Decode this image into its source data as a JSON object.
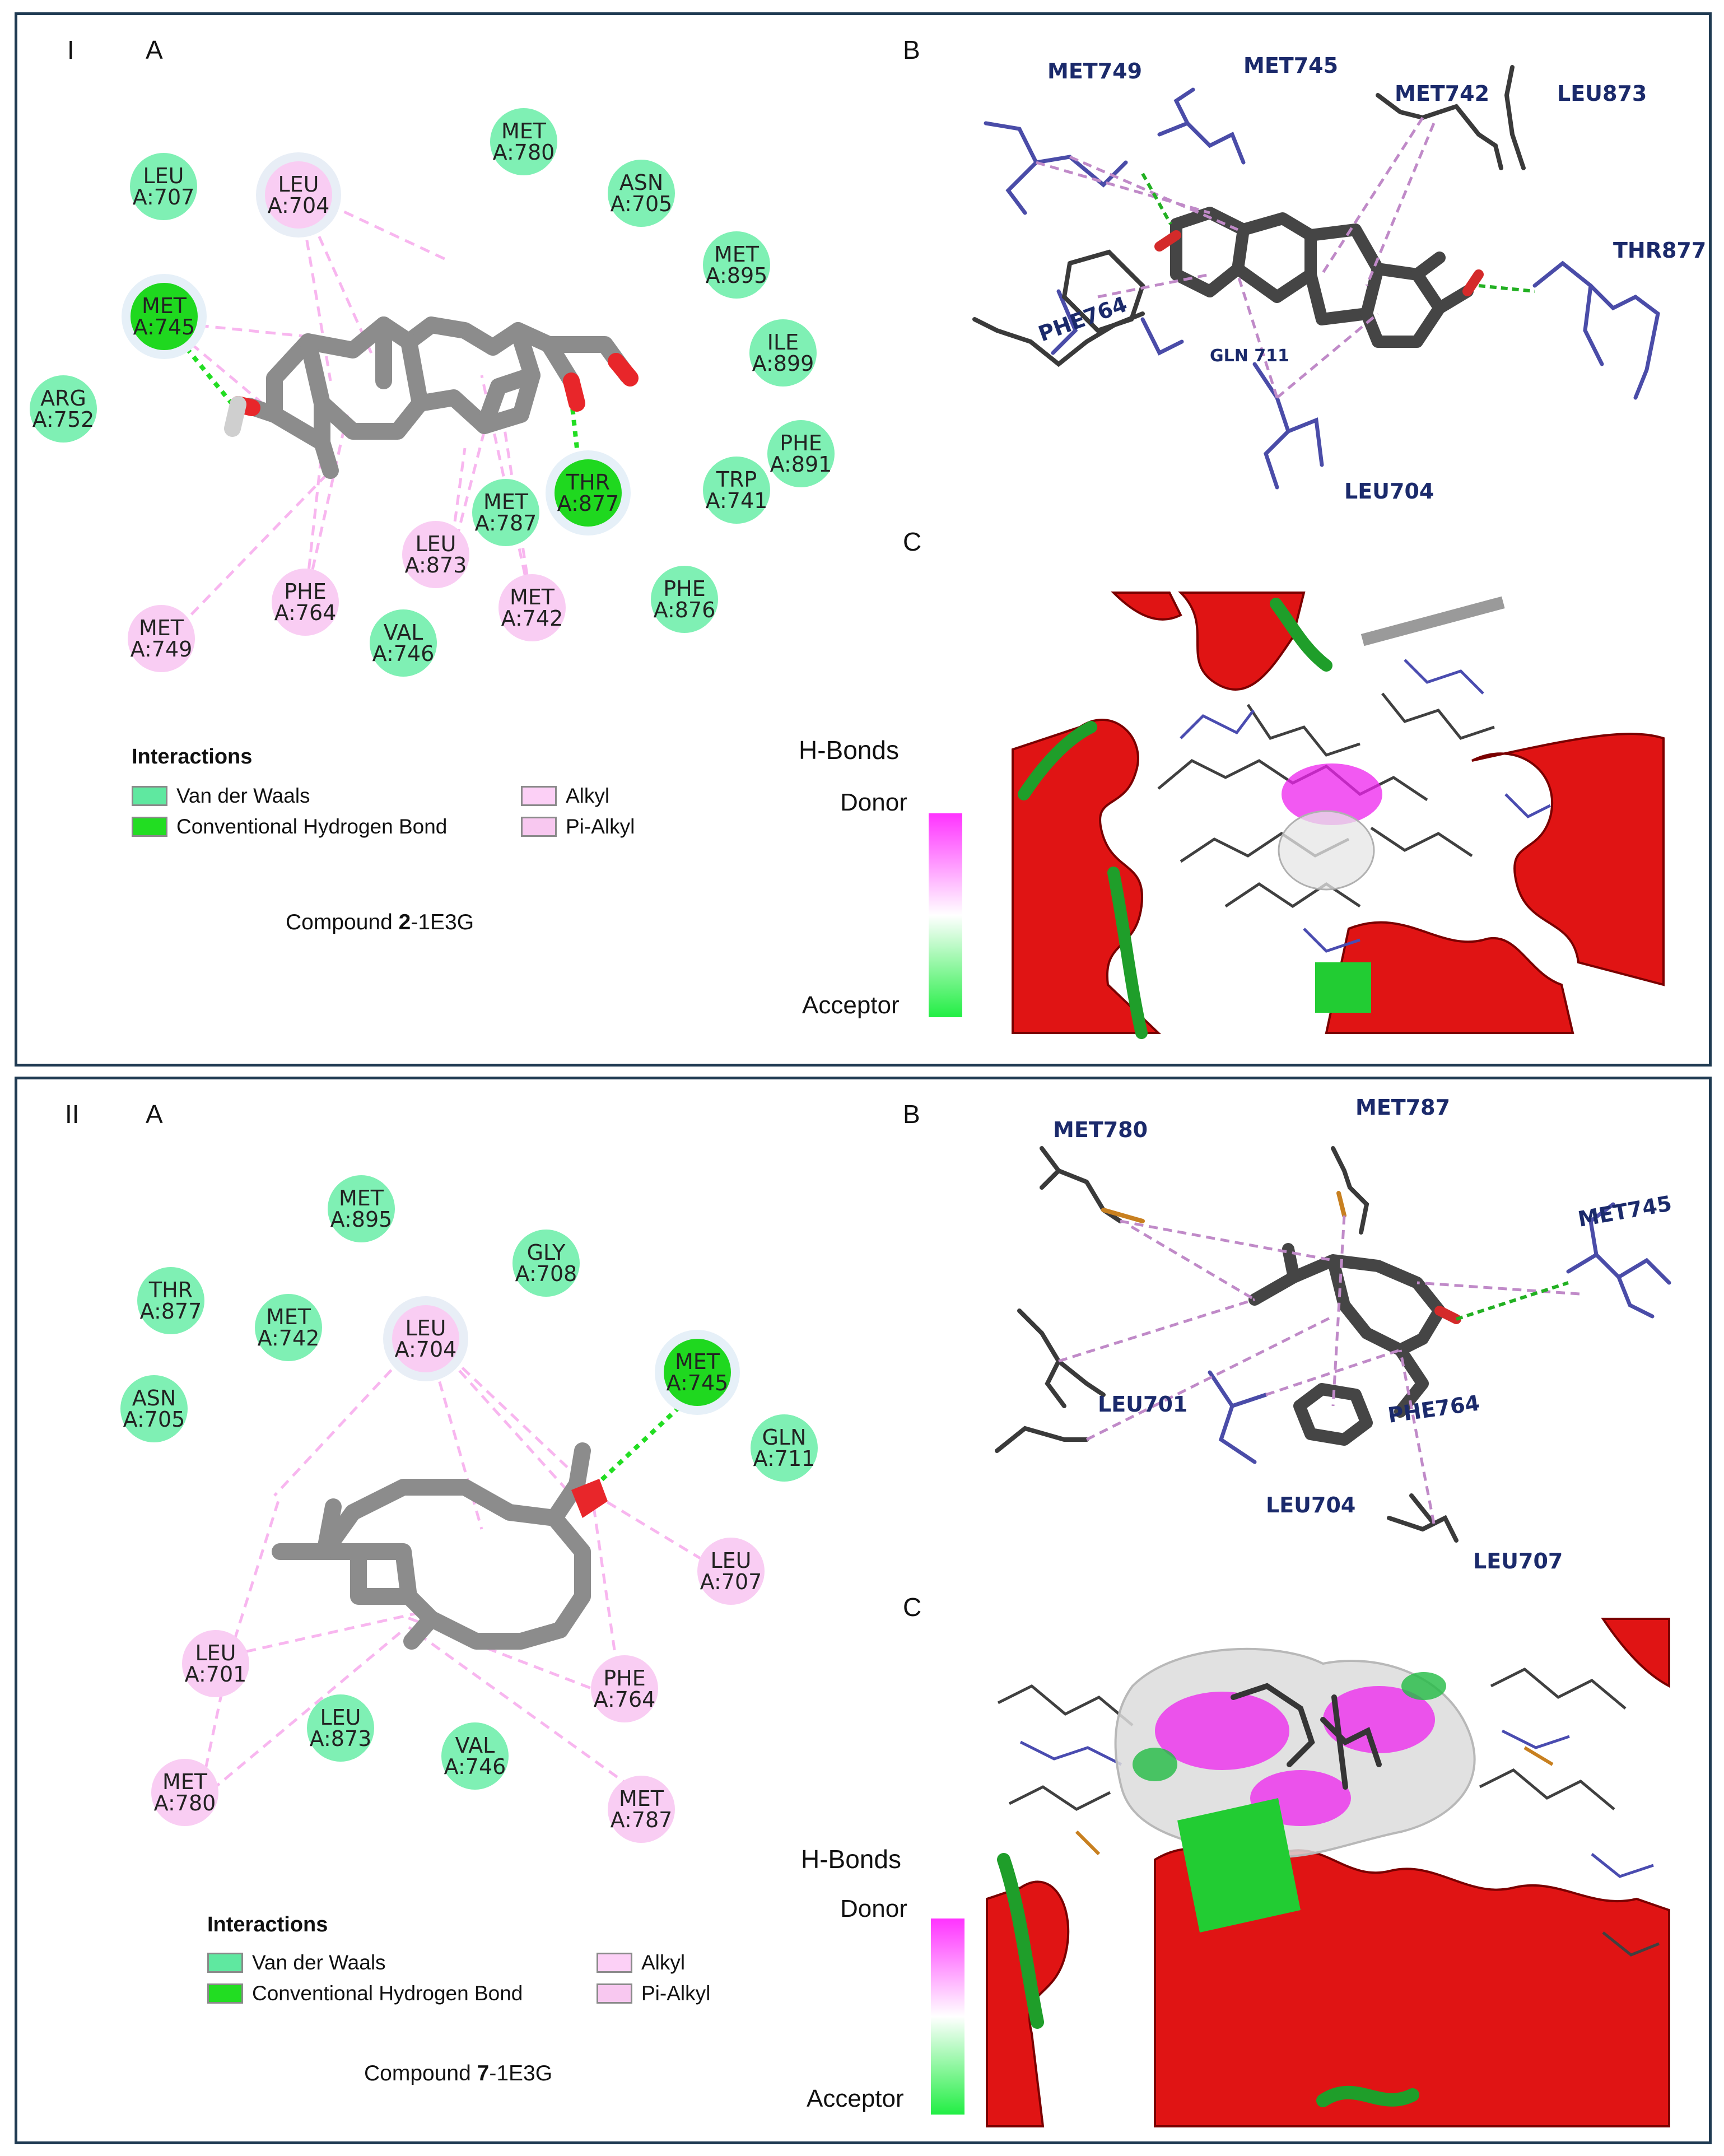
{
  "figure": {
    "panels": [
      {
        "id": "I",
        "roman": "I",
        "sub_a": "A",
        "sub_b": "B",
        "sub_c": "C",
        "compound_num": "2",
        "compound_suffix": "-1E3G",
        "residues_2d": [
          {
            "l1": "LEU",
            "l2": "A:707",
            "type": "vdw"
          },
          {
            "l1": "LEU",
            "l2": "A:704",
            "type": "alkyl"
          },
          {
            "l1": "MET",
            "l2": "A:780",
            "type": "vdw"
          },
          {
            "l1": "ASN",
            "l2": "A:705",
            "type": "vdw"
          },
          {
            "l1": "MET",
            "l2": "A:895",
            "type": "vdw"
          },
          {
            "l1": "MET",
            "l2": "A:745",
            "type": "hbond"
          },
          {
            "l1": "ILE",
            "l2": "A:899",
            "type": "vdw"
          },
          {
            "l1": "ARG",
            "l2": "A:752",
            "type": "vdw"
          },
          {
            "l1": "PHE",
            "l2": "A:891",
            "type": "vdw"
          },
          {
            "l1": "THR",
            "l2": "A:877",
            "type": "hbond"
          },
          {
            "l1": "TRP",
            "l2": "A:741",
            "type": "vdw"
          },
          {
            "l1": "MET",
            "l2": "A:787",
            "type": "vdw"
          },
          {
            "l1": "LEU",
            "l2": "A:873",
            "type": "alkyl"
          },
          {
            "l1": "PHE",
            "l2": "A:764",
            "type": "alkyl"
          },
          {
            "l1": "MET",
            "l2": "A:742",
            "type": "alkyl"
          },
          {
            "l1": "PHE",
            "l2": "A:876",
            "type": "vdw"
          },
          {
            "l1": "MET",
            "l2": "A:749",
            "type": "alkyl"
          },
          {
            "l1": "VAL",
            "l2": "A:746",
            "type": "vdw"
          }
        ],
        "residues_3d": [
          "MET749",
          "MET745",
          "MET742",
          "LEU873",
          "THR877",
          "PHE764",
          "GLN 711",
          "LEU704"
        ]
      },
      {
        "id": "II",
        "roman": "II",
        "sub_a": "A",
        "sub_b": "B",
        "sub_c": "C",
        "compound_num": "7",
        "compound_suffix": "-1E3G",
        "residues_2d": [
          {
            "l1": "MET",
            "l2": "A:895",
            "type": "vdw"
          },
          {
            "l1": "GLY",
            "l2": "A:708",
            "type": "vdw"
          },
          {
            "l1": "THR",
            "l2": "A:877",
            "type": "vdw"
          },
          {
            "l1": "MET",
            "l2": "A:742",
            "type": "vdw"
          },
          {
            "l1": "LEU",
            "l2": "A:704",
            "type": "alkyl"
          },
          {
            "l1": "MET",
            "l2": "A:745",
            "type": "hbond"
          },
          {
            "l1": "ASN",
            "l2": "A:705",
            "type": "vdw"
          },
          {
            "l1": "GLN",
            "l2": "A:711",
            "type": "vdw"
          },
          {
            "l1": "LEU",
            "l2": "A:707",
            "type": "alkyl"
          },
          {
            "l1": "LEU",
            "l2": "A:701",
            "type": "alkyl"
          },
          {
            "l1": "PHE",
            "l2": "A:764",
            "type": "alkyl"
          },
          {
            "l1": "LEU",
            "l2": "A:873",
            "type": "vdw"
          },
          {
            "l1": "VAL",
            "l2": "A:746",
            "type": "vdw"
          },
          {
            "l1": "MET",
            "l2": "A:780",
            "type": "alkyl"
          },
          {
            "l1": "MET",
            "l2": "A:787",
            "type": "alkyl"
          }
        ],
        "residues_3d": [
          "MET780",
          "MET787",
          "MET745",
          "LEU701",
          "PHE764",
          "LEU704",
          "LEU707"
        ]
      }
    ],
    "legend": {
      "title": "Interactions",
      "items": [
        {
          "label": "Van der Waals",
          "color": "#5fe8a0"
        },
        {
          "label": "Conventional Hydrogen Bond",
          "color": "#22dd22"
        },
        {
          "label": "Alkyl",
          "color": "#fcd0f6"
        },
        {
          "label": "Pi-Alkyl",
          "color": "#f8c8f0"
        }
      ]
    },
    "hbonds_scale": {
      "title": "H-Bonds",
      "top": "Donor",
      "bottom": "Acceptor"
    },
    "colors": {
      "vdw": "#7ff0b4",
      "hbond": "#1fd81f",
      "alkyl": "#f9cdf3",
      "border": "#1f3a52",
      "protein_label": "#1b2a6b"
    }
  }
}
